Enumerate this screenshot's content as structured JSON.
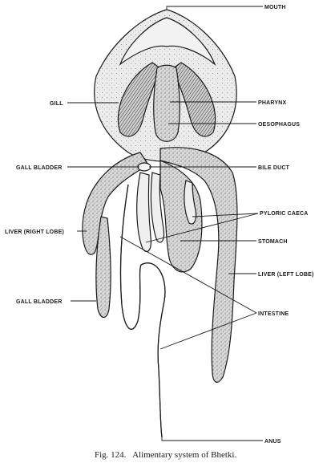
{
  "diagram": {
    "labels": {
      "mouth": "MOUTH",
      "gill": "GILL",
      "pharynx": "PHARYNX",
      "oesophagus": "OESOPHAGUS",
      "gall_bladder_top": "GALL BLADDER",
      "bile_duct": "BILE DUCT",
      "pyloric_caeca": "PYLORIC CAECA",
      "liver_right": "LIVER (RIGHT LOBE)",
      "stomach": "STOMACH",
      "liver_left": "LIVER (LEFT LOBE)",
      "gall_bladder_bottom": "GALL BLADDER",
      "intestine": "INTESTINE",
      "anus": "ANUS"
    },
    "caption": "Fig. 124.   Alimentary system of Bhetki."
  }
}
